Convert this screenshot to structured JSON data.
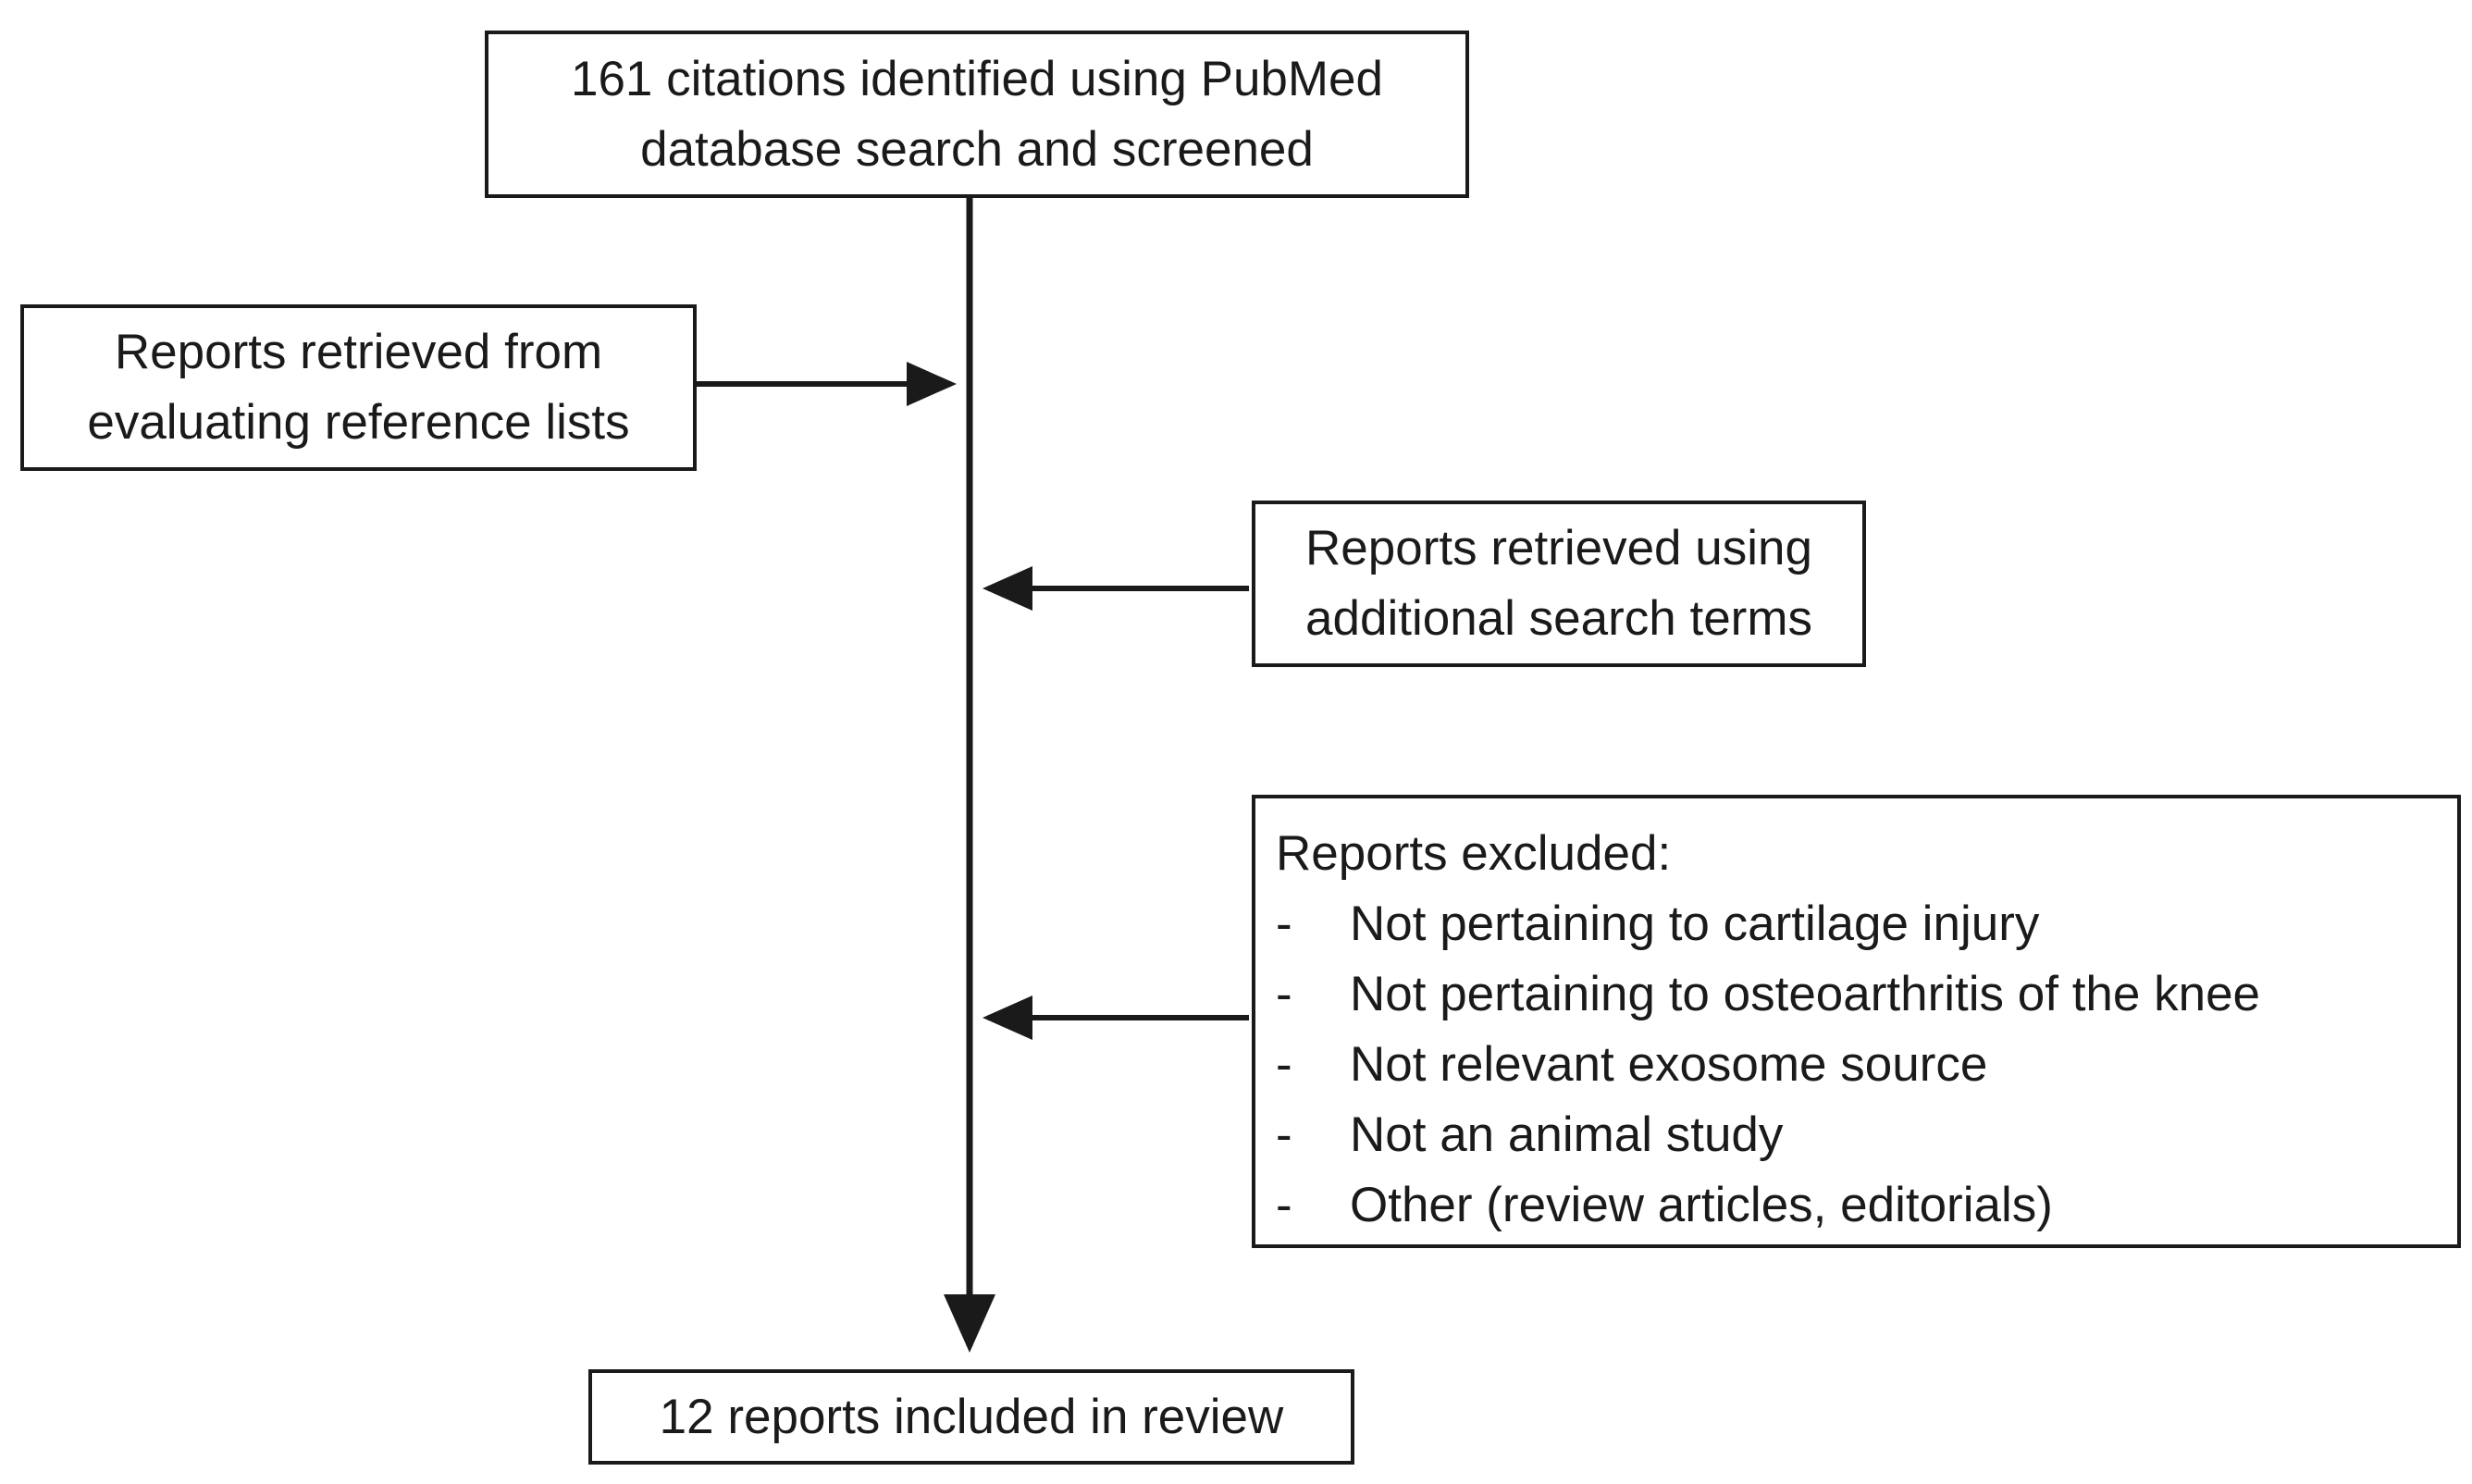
{
  "top": {
    "line1": "161 citations identified using PubMed",
    "line2": "database search and screened"
  },
  "left": {
    "line1": "Reports retrieved from",
    "line2": "evaluating reference lists"
  },
  "right": {
    "line1": "Reports retrieved using",
    "line2": "additional search terms"
  },
  "excluded": {
    "heading": "Reports excluded:",
    "bullet": "-",
    "items": [
      "Not pertaining to cartilage injury",
      "Not pertaining to osteoarthritis of the knee",
      "Not relevant exosome source",
      "Not an animal study",
      "Other (review articles, editorials)"
    ]
  },
  "bottom": {
    "line1": "12 reports included in review"
  }
}
